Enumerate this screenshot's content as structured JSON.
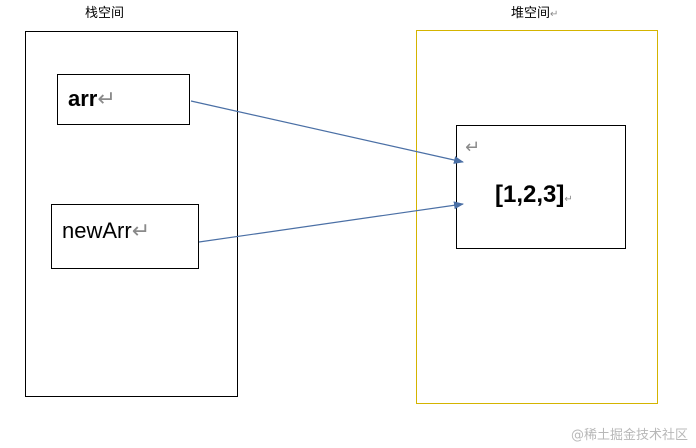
{
  "stack": {
    "title": "栈空间",
    "arr_label": "arr",
    "newarr_label": "newArr"
  },
  "heap": {
    "title": "堆空间",
    "array_value": "[1,2,3]"
  },
  "return_mark": "↵",
  "watermark": "@稀土掘金技术社区",
  "colors": {
    "stack_border": "#000000",
    "heap_border": "#d4b400",
    "arrow": "#4a6fa5"
  }
}
